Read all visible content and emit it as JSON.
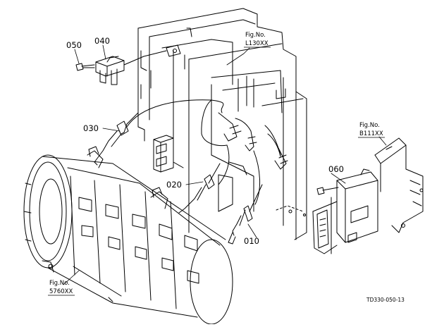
{
  "callouts": {
    "p010": "010",
    "p020": "020",
    "p030": "030",
    "p040": "040",
    "p050": "050",
    "p060": "060"
  },
  "figure_refs": {
    "l130": {
      "line1": "Fig.No.",
      "line2": "L130XX"
    },
    "b111": {
      "line1": "Fig.No.",
      "line2": "B111XX"
    },
    "s5760": {
      "line1": "Fig.No.",
      "line2": "5760XX"
    }
  },
  "drawing_code": "TD330-050-13"
}
